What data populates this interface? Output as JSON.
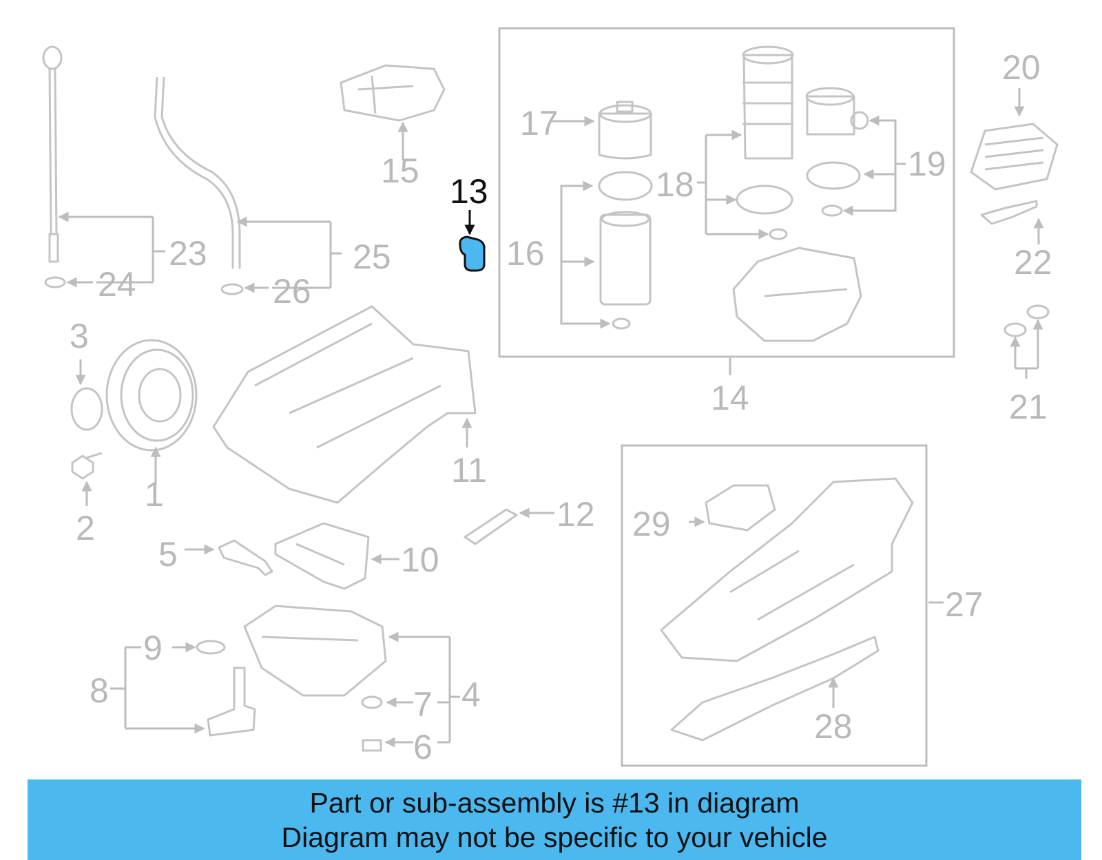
{
  "diagram": {
    "highlight_color": "#4cb8f0",
    "highlighted_part": "13",
    "labels": {
      "l1": "1",
      "l2": "2",
      "l3": "3",
      "l4": "4",
      "l5": "5",
      "l6": "6",
      "l7": "7",
      "l8": "8",
      "l9": "9",
      "l10": "10",
      "l11": "11",
      "l12": "12",
      "l13": "13",
      "l14": "14",
      "l15": "15",
      "l16": "16",
      "l17": "17",
      "l18": "18",
      "l19": "19",
      "l20": "20",
      "l21": "21",
      "l22": "22",
      "l23": "23",
      "l24": "24",
      "l25": "25",
      "l26": "26",
      "l27": "27",
      "l28": "28",
      "l29": "29"
    }
  },
  "banner": {
    "line1": "Part or sub-assembly is #13 in diagram",
    "line2": "Diagram may not be specific to your vehicle",
    "background": "#4cb8f0"
  }
}
